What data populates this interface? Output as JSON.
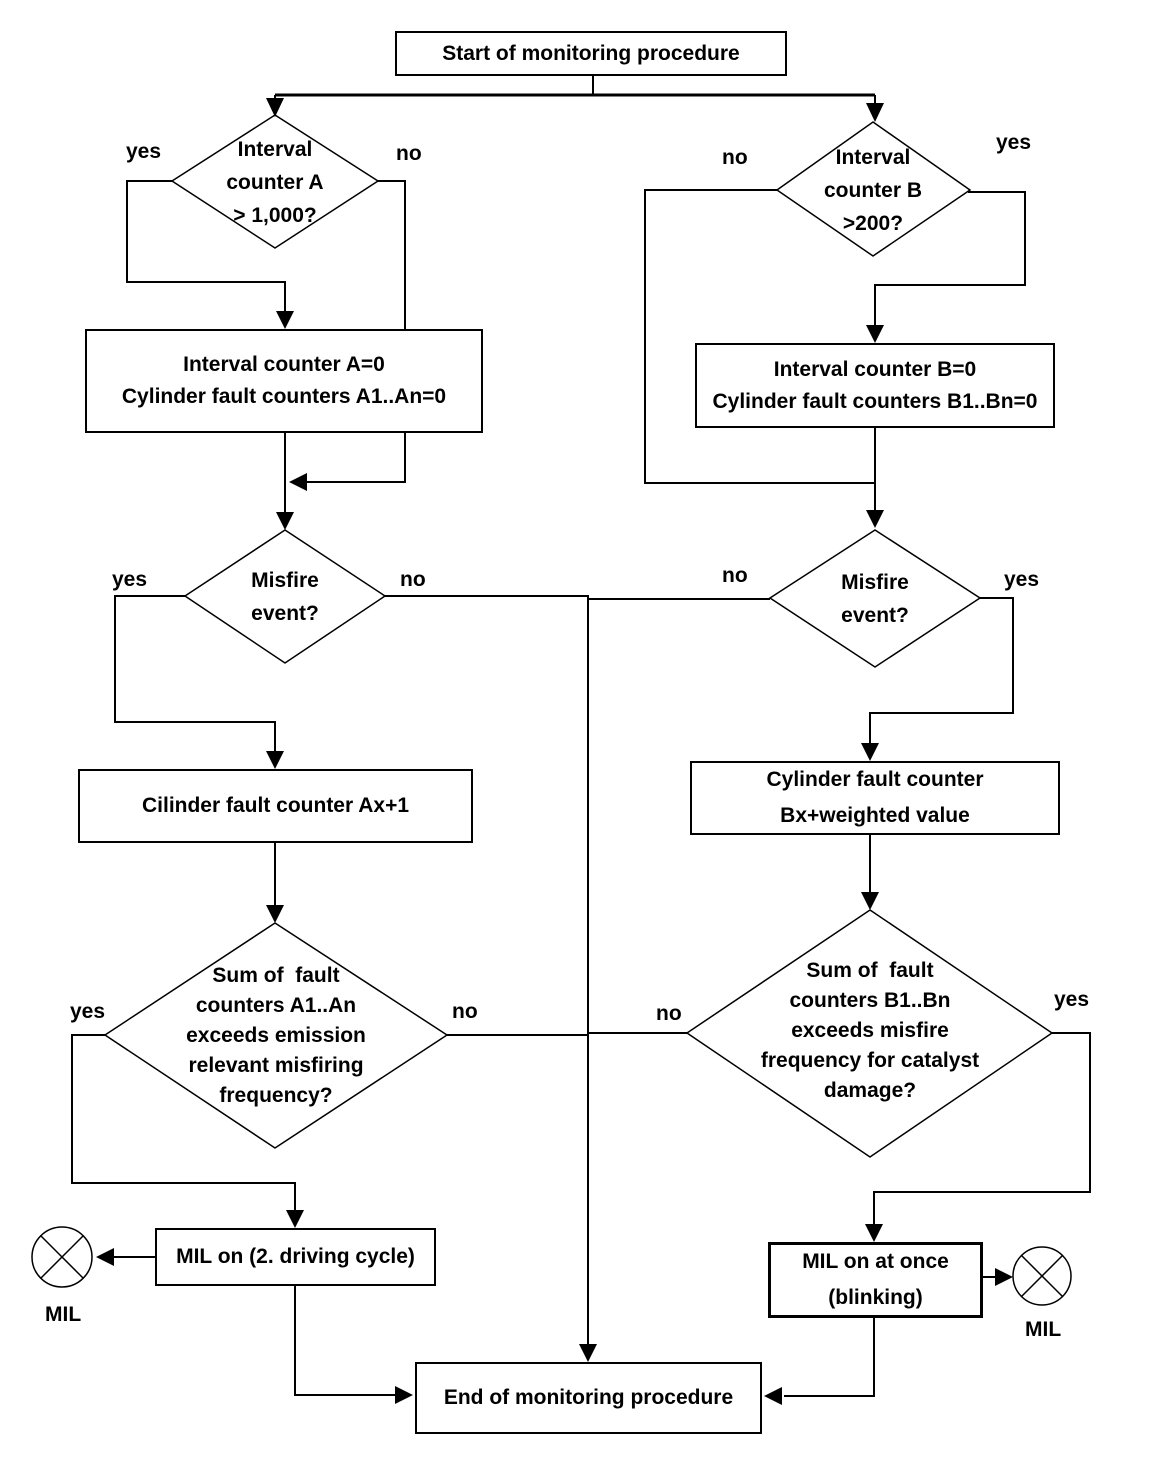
{
  "diagram": {
    "background_color": "#ffffff",
    "line_color": "#000000",
    "text_color": "#000000"
  },
  "nodes": {
    "start": {
      "type": "process",
      "label": "Start of monitoring procedure"
    },
    "interval_counter_a": {
      "type": "decision",
      "label": "Interval\ncounter A\n> 1,000?"
    },
    "reset_a": {
      "type": "process",
      "label": "Interval counter A=0\nCylinder fault counters A1..An=0"
    },
    "misfire_event_a": {
      "type": "decision",
      "label": "Misfire\nevent?"
    },
    "fault_counter_a": {
      "type": "process",
      "label": "Cilinder fault counter Ax+1"
    },
    "sum_fault_a": {
      "type": "decision",
      "label": "Sum of  fault\ncounters A1..An\nexceeds emission\nrelevant misfiring\nfrequency?"
    },
    "mil_a": {
      "type": "process",
      "label": "MIL on (2. driving cycle)"
    },
    "interval_counter_b": {
      "type": "decision",
      "label": "Interval\ncounter B\n>200?"
    },
    "reset_b": {
      "type": "process",
      "label": "Interval counter B=0\nCylinder fault counters B1..Bn=0"
    },
    "misfire_event_b": {
      "type": "decision",
      "label": "Misfire\nevent?"
    },
    "fault_counter_b": {
      "type": "process",
      "label": "Cylinder fault counter\nBx+weighted value"
    },
    "sum_fault_b": {
      "type": "decision",
      "label": "Sum of  fault\ncounters B1..Bn\nexceeds misfire\nfrequency for catalyst\ndamage?"
    },
    "mil_b": {
      "type": "process",
      "label": "MIL on at once\n(blinking)"
    },
    "end": {
      "type": "process",
      "label": "End of monitoring procedure"
    }
  },
  "branch_labels": {
    "yes": "yes",
    "no": "no"
  },
  "indicator": {
    "mil": "MIL"
  }
}
